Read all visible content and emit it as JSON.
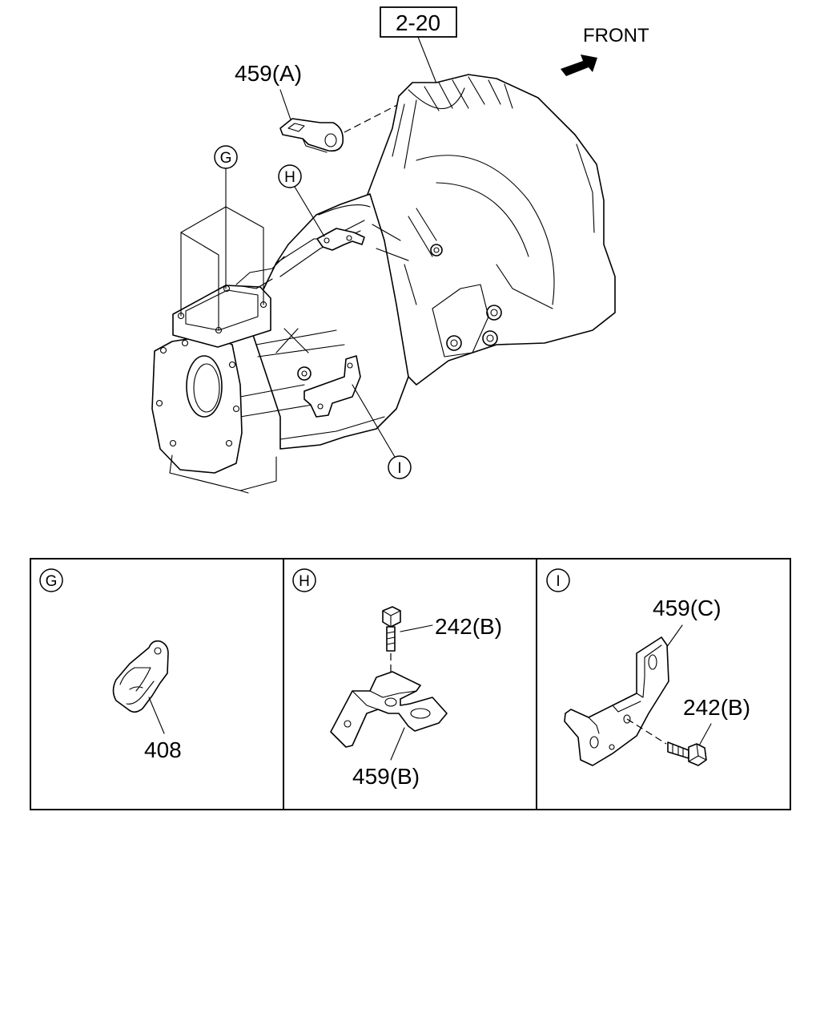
{
  "diagram": {
    "ref_box": "2-20",
    "direction_label": "FRONT",
    "callouts": {
      "part_459a": "459(A)",
      "g": "G",
      "h": "H",
      "i": "I"
    },
    "panels": [
      {
        "key": "G",
        "parts": [
          "408"
        ]
      },
      {
        "key": "H",
        "parts": [
          "242(B)",
          "459(B)"
        ]
      },
      {
        "key": "I",
        "parts": [
          "459(C)",
          "242(B)"
        ]
      }
    ]
  }
}
